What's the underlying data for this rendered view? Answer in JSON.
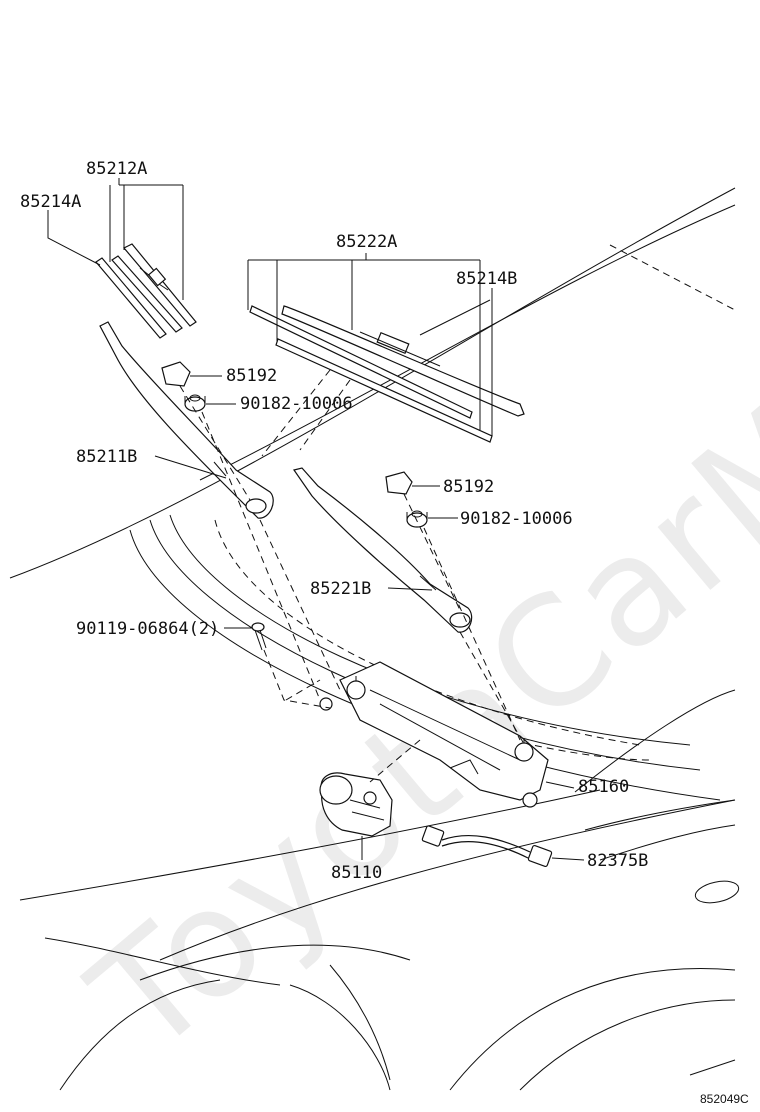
{
  "watermark": "ToyotaCarM",
  "diagram_ref": "852049C",
  "labels": {
    "p85212A": "85212A",
    "p85214A": "85214A",
    "p85222A": "85222A",
    "p85214B": "85214B",
    "p85192_left": "85192",
    "p90182_left": "90182-10006",
    "p85211B": "85211B",
    "p85192_right": "85192",
    "p90182_right": "90182-10006",
    "p85221B": "85221B",
    "p90119": "90119-06864(2)",
    "p85160": "85160",
    "p85110": "85110",
    "p82375B": "82375B"
  }
}
